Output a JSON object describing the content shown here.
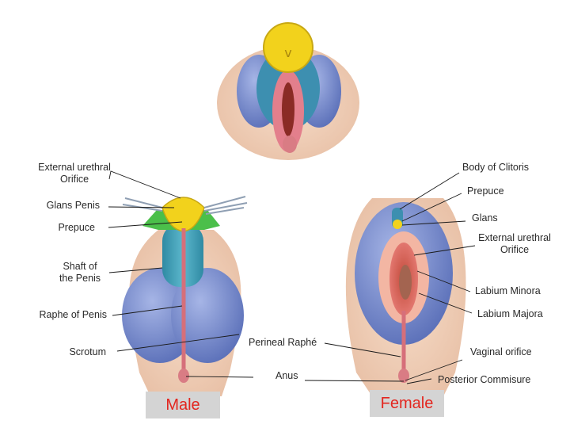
{
  "male_labels": {
    "external_urethral_orifice": "External urethral Orifice",
    "glans_penis": "Glans Penis",
    "prepuce": "Prepuce",
    "shaft": "Shaft of the Penis",
    "raphe": "Raphe of Penis",
    "scrotum": "Scrotum"
  },
  "female_labels": {
    "body_of_clitoris": "Body of Clitoris",
    "prepuce": "Prepuce",
    "glans": "Glans",
    "external_urethral_orifice": "External urethral Orifice",
    "labium_minora": "Labium Minora",
    "labium_majora": "Labium Majora",
    "perineal_raphe": "Perineal Raphé",
    "vaginal_orifice": "Vaginal orifice",
    "anus": "Anus",
    "posterior_commisure": "Posterior Commisure"
  },
  "captions": {
    "male": "Male",
    "female": "Female"
  },
  "colors": {
    "scrotum_blue": "#7b8fd0",
    "shaft_teal": "#3f9db4",
    "glans_yellow": "#f2d21c",
    "prepuce_green": "#4bbf4a",
    "labia_blue": "#7a92cf",
    "skin": "#efcab0",
    "caption_red": "#e3261f",
    "caption_box": "#d4d4d4"
  }
}
